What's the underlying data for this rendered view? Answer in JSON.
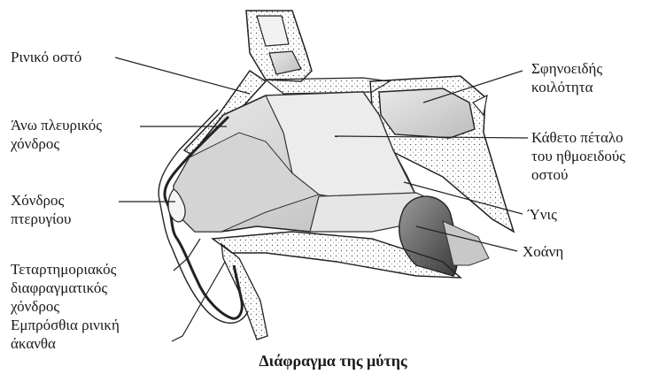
{
  "labels": {
    "nasal_bone": "Ρινικό οστό",
    "upper_lateral_cartilage_1": "Άνω πλευρικός",
    "upper_lateral_cartilage_2": "χόνδρος",
    "alar_cartilage_1": "Χόνδρος",
    "alar_cartilage_2": "πτερυγίου",
    "septal_cartilage_1": "Τεταρτημοριακός",
    "septal_cartilage_2": "διαφραγματικός",
    "septal_cartilage_3": "χόνδρος",
    "anterior_nasal_spine_1": "Εμπρόσθια ρινική",
    "anterior_nasal_spine_2": "άκανθα",
    "sphenoid_sinus_1": "Σφηνοειδής",
    "sphenoid_sinus_2": "κοιλότητα",
    "perpendicular_plate_1": "Κάθετο πέταλο",
    "perpendicular_plate_2": "του ηθμοειδούς",
    "perpendicular_plate_3": "οστού",
    "vomer": "Ύνις",
    "choana": "Χοάνη"
  },
  "caption": "Διάφραγμα της μύτης"
}
